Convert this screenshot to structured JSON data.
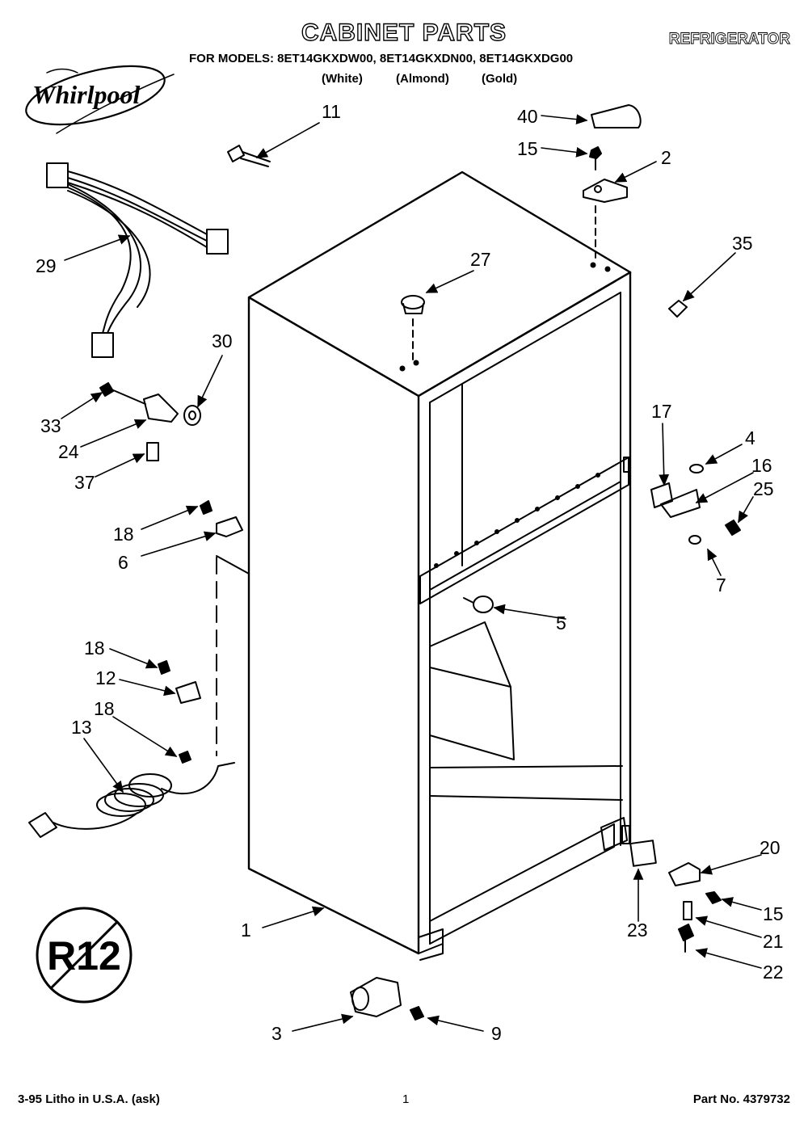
{
  "header": {
    "title": "CABINET PARTS",
    "category": "REFRIGERATOR",
    "models_line": "FOR MODELS: 8ET14GKXDW00, 8ET14GKXDN00, 8ET14GKXDG00",
    "colors": [
      "(White)",
      "(Almond)",
      "(Gold)"
    ]
  },
  "brand": {
    "logo_text": "Whirlpool"
  },
  "badge": {
    "text": "R12"
  },
  "callouts": {
    "p1": "1",
    "p2": "2",
    "p3": "3",
    "p4": "4",
    "p5": "5",
    "p6": "6",
    "p7": "7",
    "p9": "9",
    "p11": "11",
    "p12": "12",
    "p13": "13",
    "p15a": "15",
    "p15b": "15",
    "p16": "16",
    "p17": "17",
    "p18a": "18",
    "p18b": "18",
    "p18c": "18",
    "p20": "20",
    "p21": "21",
    "p22": "22",
    "p23": "23",
    "p24": "24",
    "p25": "25",
    "p27": "27",
    "p29": "29",
    "p30": "30",
    "p33": "33",
    "p35": "35",
    "p37": "37",
    "p40": "40"
  },
  "footer": {
    "print_info": "3-95 Litho in U.S.A. (ask)",
    "page_number": "1",
    "part_number": "Part No. 4379732"
  }
}
